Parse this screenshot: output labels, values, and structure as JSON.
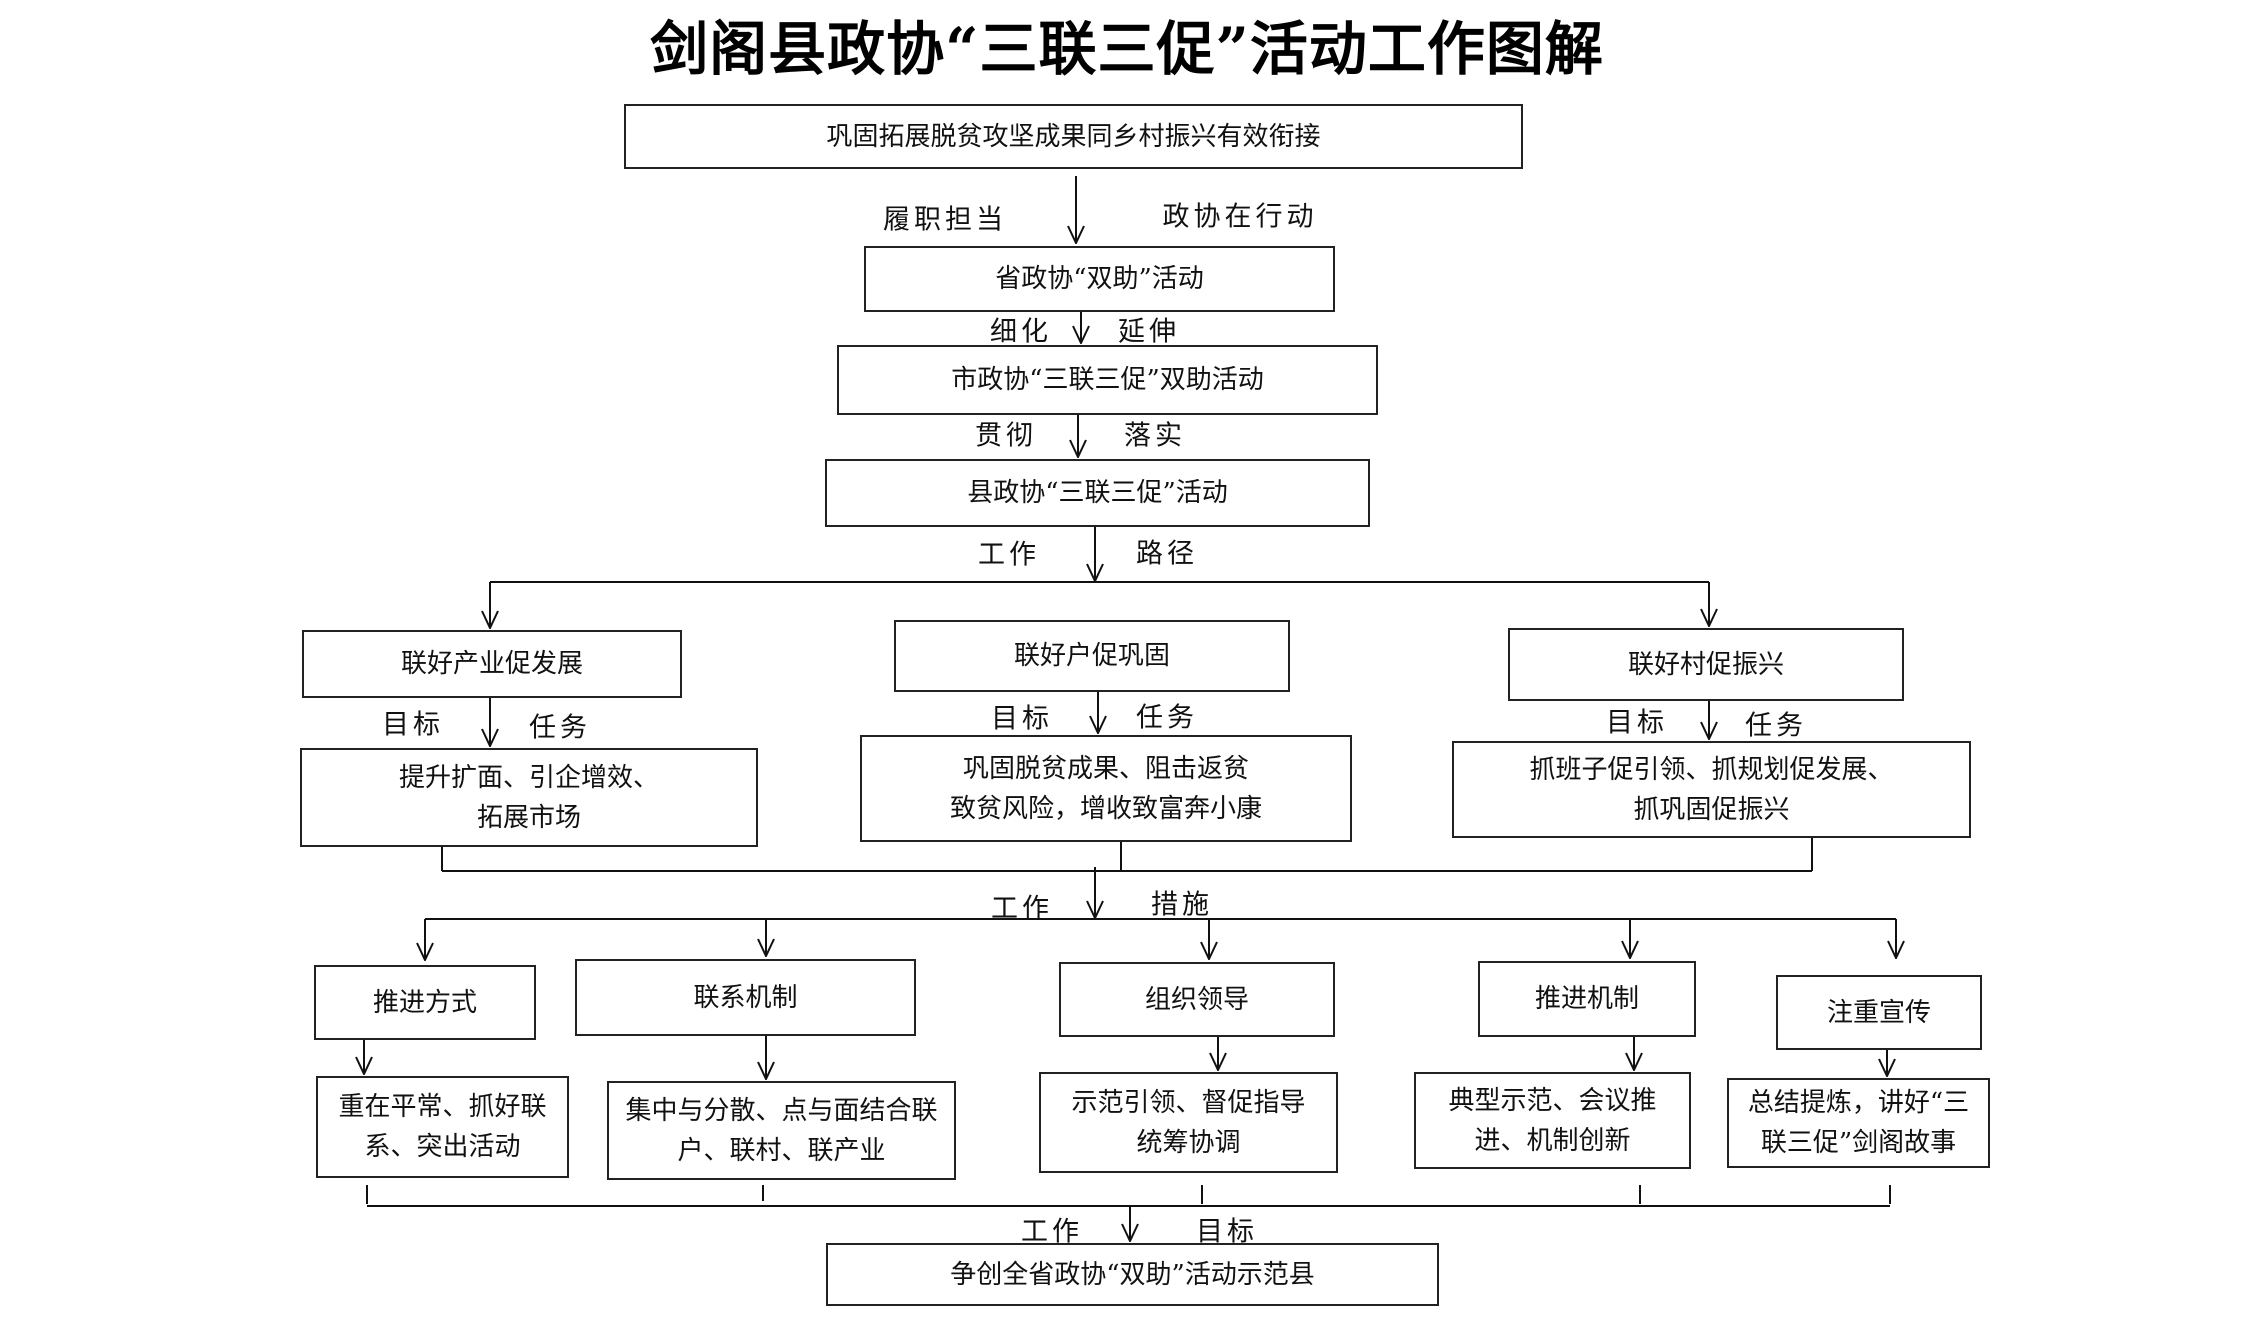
{
  "title": "剑阁县政协“三联三促”活动工作图解",
  "chain": {
    "goal": "巩固拓展脱贫攻坚成果同乡村振兴有效衔接",
    "to_province_labels": [
      "履职担当",
      "政协在行动"
    ],
    "province": "省政协“双助”活动",
    "to_city_labels": [
      "细化",
      "延伸"
    ],
    "city": "市政协“三联三促”双助活动",
    "to_county_labels": [
      "贯彻",
      "落实"
    ],
    "county": "县政协“三联三促”活动",
    "to_paths_labels": [
      "工作",
      "路径"
    ]
  },
  "paths": [
    {
      "name": "联好产业促发展",
      "labels": [
        "目标",
        "任务"
      ],
      "task_lines": [
        "提升扩面、引企增效、",
        "拓展市场"
      ]
    },
    {
      "name": "联好户促巩固",
      "labels": [
        "目标",
        "任务"
      ],
      "task_lines": [
        "巩固脱贫成果、阻击返贫",
        "致贫风险，增收致富奔小康"
      ]
    },
    {
      "name": "联好村促振兴",
      "labels": [
        "目标",
        "任务"
      ],
      "task_lines": [
        "抓班子促引领、抓规划促发展、",
        "抓巩固促振兴"
      ]
    }
  ],
  "measures_labels": [
    "工作",
    "措施"
  ],
  "measures": [
    {
      "name": "推进方式",
      "detail_lines": [
        "重在平常、抓好联",
        "系、突出活动"
      ]
    },
    {
      "name": "联系机制",
      "detail_lines": [
        "集中与分散、点与面结合联",
        "户、联村、联产业"
      ]
    },
    {
      "name": "组织领导",
      "detail_lines": [
        "示范引领、督促指导",
        "统筹协调"
      ]
    },
    {
      "name": "推进机制",
      "detail_lines": [
        "典型示范、会议推",
        "进、机制创新"
      ]
    },
    {
      "name": "注重宣传",
      "detail_lines": [
        "总结提炼，讲好“三",
        "联三促”剑阁故事"
      ]
    }
  ],
  "target_labels": [
    "工作",
    "目标"
  ],
  "final": "争创全省政协“双助”活动示范县"
}
